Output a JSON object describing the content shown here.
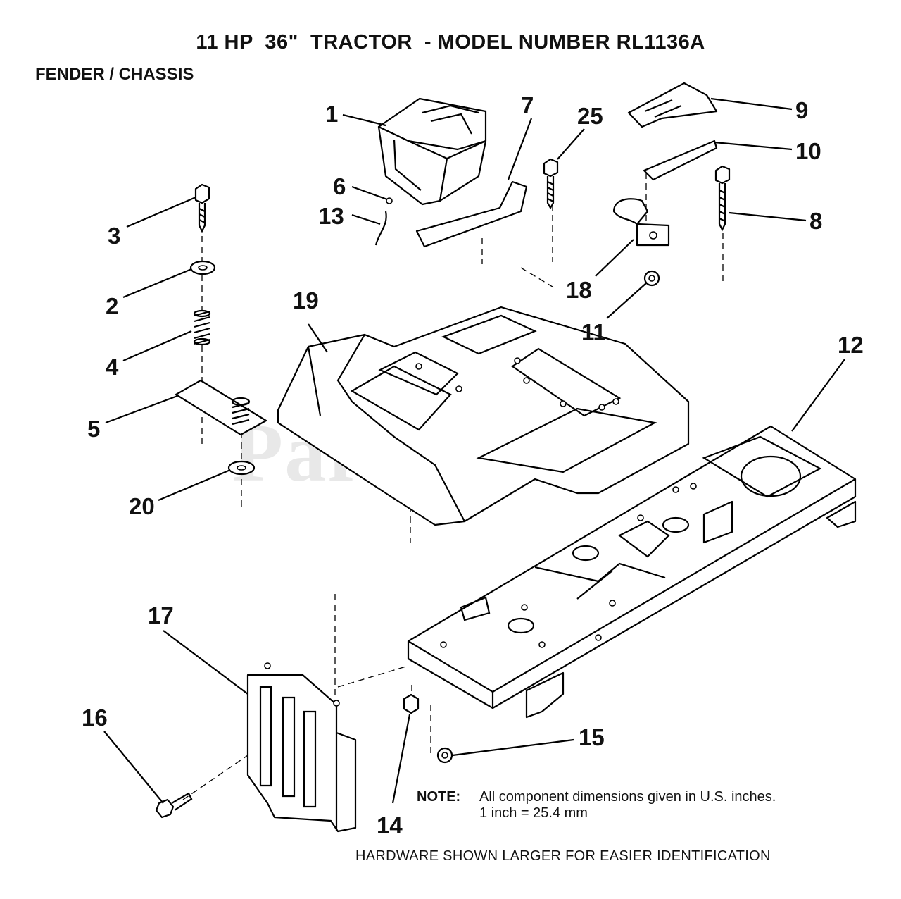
{
  "header": {
    "title": "11 HP  36\"  TRACTOR  - MODEL NUMBER RL1136A",
    "subtitle": "FENDER / CHASSIS"
  },
  "watermark": "PartsTree",
  "callouts": {
    "c1": "1",
    "c2": "2",
    "c3": "3",
    "c4": "4",
    "c5": "5",
    "c6": "6",
    "c7": "7",
    "c8": "8",
    "c9": "9",
    "c10": "10",
    "c11": "11",
    "c12": "12",
    "c13": "13",
    "c14": "14",
    "c15": "15",
    "c16": "16",
    "c17": "17",
    "c18": "18",
    "c19": "19",
    "c20": "20",
    "c25": "25"
  },
  "note": {
    "label": "NOTE:",
    "line1": "All component dimensions given in U.S. inches.",
    "line2": "1 inch = 25.4 mm"
  },
  "footer": "HARDWARE SHOWN LARGER FOR EASIER IDENTIFICATION"
}
